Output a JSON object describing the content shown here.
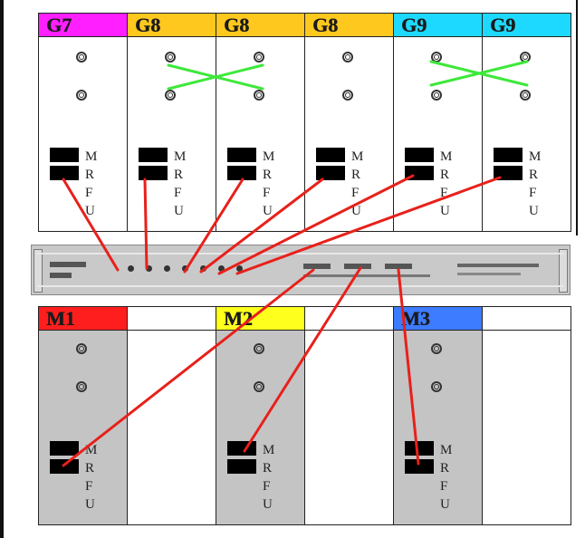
{
  "colors": {
    "magenta": "#ff1fff",
    "amber": "#ffc81e",
    "cyan": "#1ed9ff",
    "red": "#ff1e1e",
    "yellow": "#ffff1e",
    "blue": "#3d7bff",
    "link_red": "#e8201a",
    "cross_green": "#3ee83a",
    "card_grey": "#c4c4c4"
  },
  "top_modules": [
    {
      "label": "G7",
      "color": "#ff1fff",
      "crossed": false
    },
    {
      "label": "G8",
      "color": "#ffc81e",
      "crossed": true
    },
    {
      "label": "G8",
      "color": "#ffc81e",
      "crossed": true
    },
    {
      "label": "G8",
      "color": "#ffc81e",
      "crossed": false
    },
    {
      "label": "G9",
      "color": "#1ed9ff",
      "crossed": true
    },
    {
      "label": "G9",
      "color": "#1ed9ff",
      "crossed": true
    }
  ],
  "bottom_modules": [
    {
      "label": "M1",
      "color": "#ff1e1e",
      "populated": true
    },
    {
      "label": "",
      "color": "#ffffff",
      "populated": false
    },
    {
      "label": "M2",
      "color": "#ffff1e",
      "populated": true
    },
    {
      "label": "",
      "color": "#ffffff",
      "populated": false
    },
    {
      "label": "M3",
      "color": "#3d7bff",
      "populated": true
    },
    {
      "label": "",
      "color": "#ffffff",
      "populated": false
    }
  ],
  "port_letters": [
    "M",
    "R",
    "F",
    "U"
  ],
  "icons": {
    "connector": "concentric-circle-connector-icon",
    "port": "black-fiber-port-icon",
    "cross": "green-x-cross-icon"
  }
}
